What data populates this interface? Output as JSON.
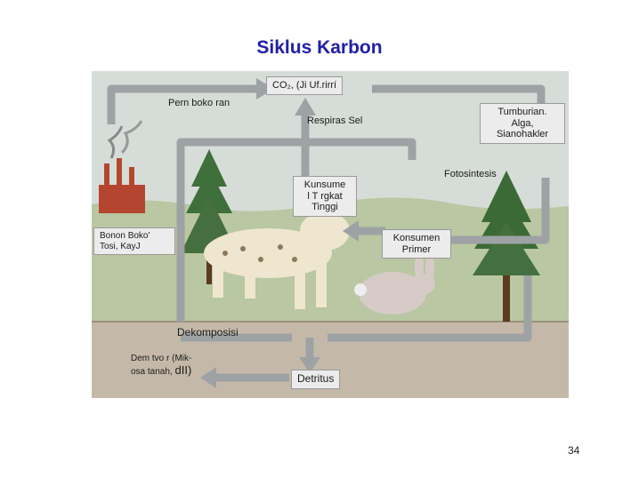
{
  "slide": {
    "title": "Siklus Karbon",
    "page_number": "34"
  },
  "diagram": {
    "labels": {
      "co2": "CO₂, (Ji Uf.rirrí",
      "pembakaran": "Pern boko ran",
      "respirasi": "Respiras Sel",
      "tumbuhan_line1": "Tumburian.",
      "tumbuhan_line2": "Alga,",
      "tumbuhan_line3": "Sianohakler",
      "fotosintesis": "Fotosintesis",
      "konsumen_tinggi_line1": "Kunsume",
      "konsumen_tinggi_line2": "l T rgkat",
      "konsumen_tinggi_line3": "Tinggi",
      "bahan_bakar_line1": "Bonon Boko'",
      "bahan_bakar_line2": "Tosi, KayJ",
      "konsumen_primer_line1": "Konsumen",
      "konsumen_primer_line2": "Primer",
      "dekomposisi": "Dekomposisi",
      "dekomposer_line1": "Dem tvo r (Mik-",
      "dekomposer_line2": "osa tanah,",
      "dekomposer_line3": "dII)",
      "detritus": "Detritus"
    },
    "colors": {
      "sky": "#d6ddd8",
      "ground": "#c4b9a8",
      "grass": "#b9c7a2",
      "arrow": "#9ea2a4",
      "factory": "#b4462f",
      "tree": "#3f6f3a",
      "title": "#2020a8"
    }
  }
}
